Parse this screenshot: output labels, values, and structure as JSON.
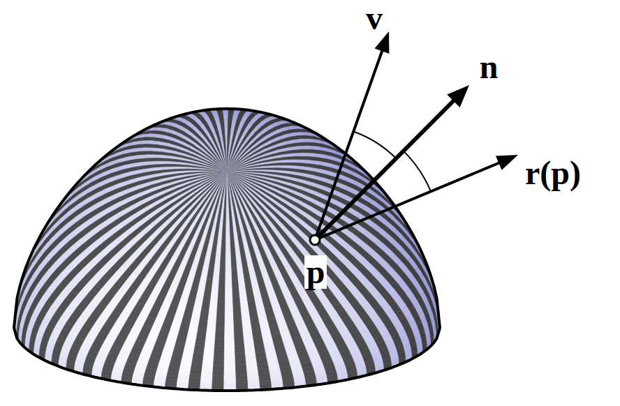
{
  "diagram": {
    "labels": [
      "v",
      "n",
      "r(p)",
      "p"
    ]
  }
}
